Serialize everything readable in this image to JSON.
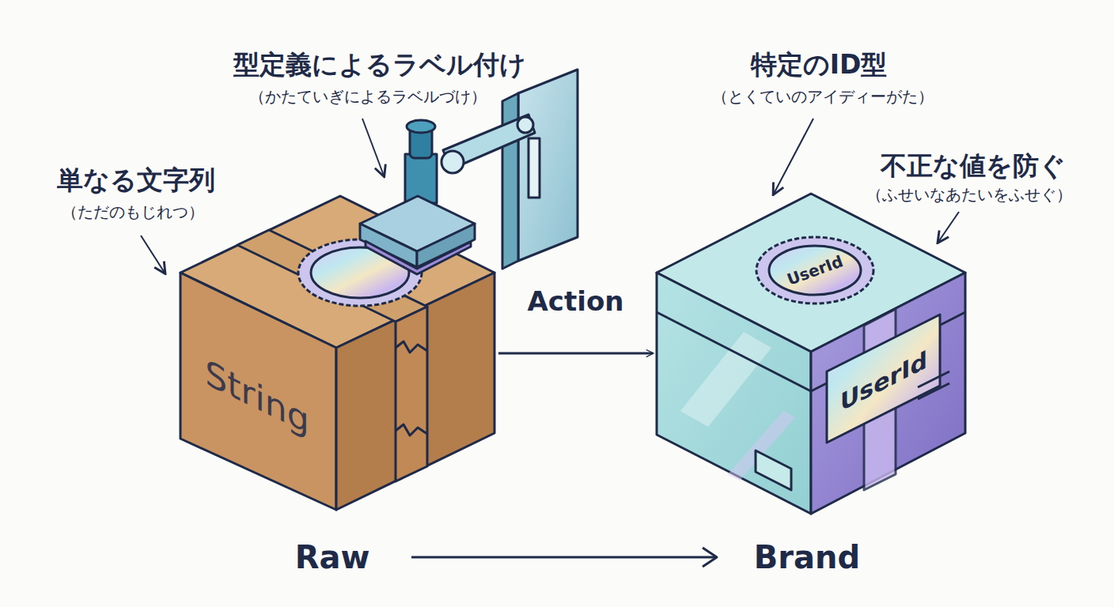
{
  "diagram": {
    "nodes": [
      {
        "text": [
          "String"
        ]
      },
      {
        "text": [
          "UserId",
          "UserId"
        ]
      }
    ],
    "edges": [
      {
        "from": 0,
        "to": 1,
        "arrow": "to",
        "label": "Action"
      }
    ],
    "labels": [
      "型定義によるラベル付け",
      "（かたていぎによるラベルづけ）",
      "単なる文字列",
      "（ただのもじれつ）",
      "特定のID型",
      "（とくていのアイディーがた）",
      "不正な値を防ぐ",
      "（ふせいなあたいをふせぐ）",
      "Raw",
      "Brand"
    ]
  }
}
